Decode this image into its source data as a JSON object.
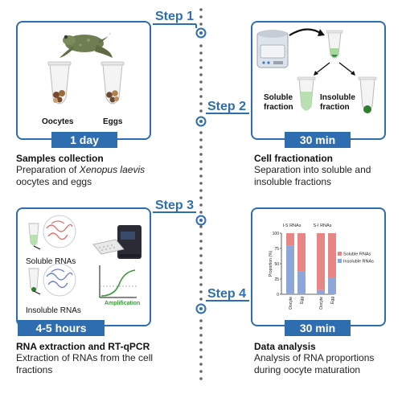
{
  "timeline": {
    "steps": [
      {
        "label": "Step 1"
      },
      {
        "label": "Step 2"
      },
      {
        "label": "Step 3"
      },
      {
        "label": "Step 4"
      }
    ]
  },
  "step1": {
    "badge": "1 day",
    "oocytes": "Oocytes",
    "eggs": "Eggs",
    "title": "Samples collection",
    "desc_prefix": "Preparation of ",
    "desc_species": "Xenopus laevis",
    "desc_suffix": "oocytes and eggs"
  },
  "step2": {
    "badge": "30 min",
    "soluble": "Soluble",
    "insoluble": "Insoluble",
    "fraction": "fraction",
    "title": "Cell fractionation",
    "desc_line1": "Separation into soluble and",
    "desc_line2": "insoluble fractions"
  },
  "step3": {
    "badge": "4-5 hours",
    "soluble_rnas": "Soluble RNAs",
    "insoluble_rnas": "Insoluble RNAs",
    "amplification": "Amplification",
    "title": "RNA extraction and RT-qPCR",
    "desc_line1": "Extraction of RNAs from the cell",
    "desc_line2": "fractions"
  },
  "step4": {
    "badge": "30 min",
    "title": "Data analysis",
    "desc_line1": "Analysis of RNA proportions",
    "desc_line2": "during oocyte maturation"
  },
  "colors": {
    "accent": "#2e6eb0",
    "soluble": "#e88686",
    "insoluble": "#8fa6d8",
    "green": "#4aa74a"
  },
  "chart_data": {
    "type": "bar",
    "stacked": true,
    "ylabel": "Proportion (%)",
    "yticks": [
      "0",
      "25",
      "50",
      "75",
      "100"
    ],
    "ylim": [
      0,
      100
    ],
    "groups": [
      {
        "label": "I-S RNAs",
        "categories": [
          "Oocyte",
          "Egg"
        ]
      },
      {
        "label": "S-I RNAs",
        "categories": [
          "Oocyte",
          "Egg"
        ]
      }
    ],
    "categories": [
      "Oocyte",
      "Egg",
      "Oocyte",
      "Egg"
    ],
    "series": [
      {
        "name": "Soluble RNAs",
        "values": [
          20,
          62,
          93,
          73
        ]
      },
      {
        "name": "Insoluble RNAs",
        "values": [
          80,
          38,
          7,
          27
        ]
      }
    ],
    "legend": "right"
  }
}
